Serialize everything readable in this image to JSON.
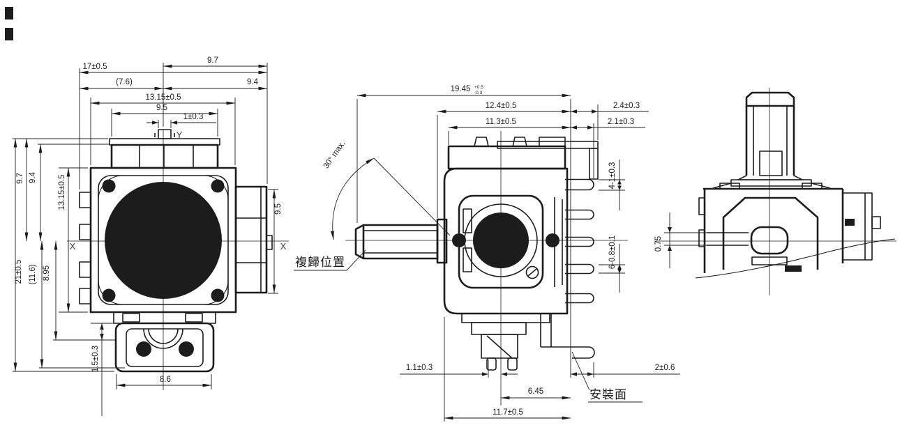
{
  "colors": {
    "ink": "#1c1c1c",
    "background": "#ffffff"
  },
  "top_view": {
    "dim_center_to_right": "9.7",
    "dim_overall_width": "17±0.5",
    "dim_ref_width": "(7.6)",
    "dim_right_half": "9.4",
    "dim_body_width": "13.15±0.5",
    "dim_connector_width": "9.5",
    "dim_stem_width": "1±0.3",
    "dim_height_upper": "9.7",
    "dim_height_upper2": "9.4",
    "dim_body_height": "13.15±0.5",
    "dim_overall_height": "21±0.5",
    "dim_ref_height": "(11.6)",
    "dim_lower_height": "8.95",
    "dim_step": "1.5±0.3",
    "dim_bottom_width": "8.6",
    "dim_block_height": "9.5",
    "axis_y": "Y",
    "axis_x_left": "X",
    "axis_x_right": "X"
  },
  "side_view": {
    "dim_overall": "19.45",
    "tol_plus": "+0.5",
    "tol_minus": "-0.3",
    "dim_body": "12.4±0.5",
    "dim_cover": "11.3±0.5",
    "dim_pin_top": "2.4±0.3",
    "dim_pin_row": "2.1±0.3",
    "angle_note": "30° max.",
    "label_return": "複歸位置",
    "dim_pin_w1": "4-1±0.3",
    "dim_pin_w2": "6-0.8±0.1",
    "dim_foot": "1.1±0.3",
    "dim_center_mount": "6.45",
    "dim_base": "11.7±0.5",
    "dim_protrusion": "2±0.6",
    "label_mount": "安裝面"
  },
  "end_view": {
    "dim_step": "0.75"
  }
}
